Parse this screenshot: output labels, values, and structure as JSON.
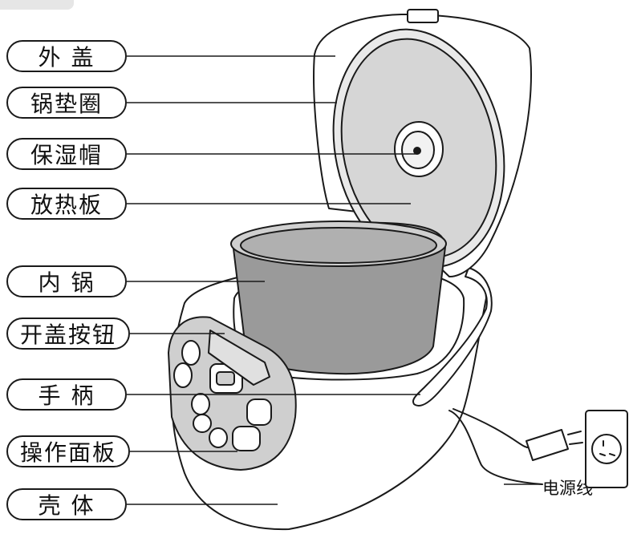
{
  "labels": {
    "outer_lid": "外 盖",
    "pot_gasket": "锅垫圈",
    "moisture_cap": "保湿帽",
    "heat_plate": "放热板",
    "inner_pot": "内 锅",
    "lid_button": "开盖按钮",
    "handle": "手 柄",
    "control_panel": "操作面板",
    "housing": "壳 体",
    "power_cord": "电源线"
  },
  "colors": {
    "outline": "#1a1a1a",
    "pot_gray": "#9a9a9a",
    "panel_gray": "#cfcfcf",
    "corner_tab": "#e6e6e6"
  }
}
